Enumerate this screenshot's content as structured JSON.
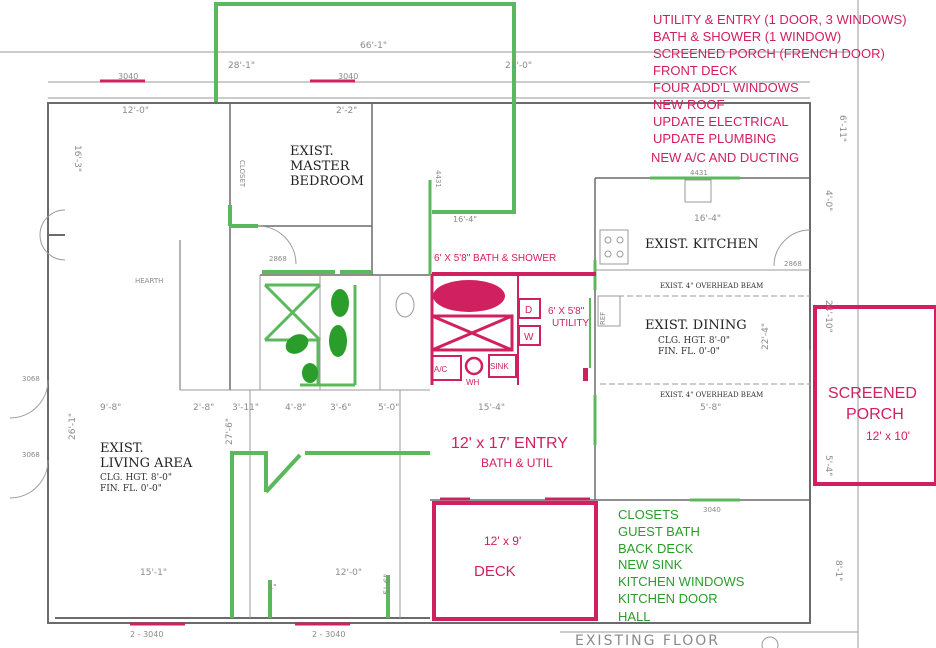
{
  "scope_list_magenta": [
    "UTILITY & ENTRY (1 DOOR, 3 WINDOWS)",
    "BATH & SHOWER (1 WINDOW)",
    "SCREENED PORCH (FRENCH DOOR)",
    "FRONT DECK",
    "FOUR ADD'L WINDOWS",
    "NEW ROOF",
    "UPDATE ELECTRICAL",
    "UPDATE PLUMBING",
    "NEW A/C AND DUCTING"
  ],
  "scope_list_green": [
    "CLOSETS",
    "GUEST BATH",
    "BACK DECK",
    "NEW SINK",
    "KITCHEN WINDOWS",
    "KITCHEN DOOR",
    "HALL"
  ],
  "rooms": {
    "master_bedroom": [
      "EXIST.",
      "MASTER",
      "BEDROOM"
    ],
    "kitchen": "EXIST. KITCHEN",
    "dining": "EXIST. DINING",
    "dining_clg": "CLG. HGT. 8'-0\"",
    "dining_fin": "FIN. FL. 0'-0\"",
    "living": [
      "EXIST.",
      "LIVING AREA"
    ],
    "living_clg": "CLG. HGT. 8'-0\"",
    "living_fin": "FIN. FL. 0'-0\"",
    "hearth": "HEARTH",
    "closet": "CLOSET",
    "overhead_beam_1": "EXIST. 4\" OVERHEAD BEAM",
    "overhead_beam_2": "EXIST. 4\" OVERHEAD BEAM",
    "ref": "REF"
  },
  "additions": {
    "bath_shower": "6' X 5'8\" BATH & SHOWER",
    "utility": [
      "6' X 5'8\"",
      "UTILITY"
    ],
    "dryer": "D",
    "washer": "W",
    "ac": "A/C",
    "water_heater": "WH",
    "sink": "SINK",
    "entry": "12' x 17' ENTRY",
    "entry_sub": "BATH & UTIL",
    "porch": [
      "SCREENED",
      "PORCH"
    ],
    "porch_size": "12' x 10'",
    "deck_size": "12' x 9'",
    "deck": "DECK"
  },
  "dimensions": {
    "overall": "66'-1\"",
    "d1": "28'-1\"",
    "d2": "21'-0\"",
    "d3": "12'-0\"",
    "d4": "2'-2\"",
    "d5": "16'-3\"",
    "d6": "16'-4\"",
    "d7": "16'-4\"",
    "d8": "15'-1\"",
    "d9": "9'-8\"",
    "d10": "2'-8\"",
    "d11": "3'-11\"",
    "d12": "4'-8\"",
    "d13": "3'-6\"",
    "d14": "5'-0\"",
    "d15": "15'-4\"",
    "d16": "5'-8\"",
    "d17": "12'-0\"",
    "d18": "5'-6\"",
    "d19": "27'-6\"",
    "d20": "26'-1\"",
    "d21": "4\"",
    "d22": "22'-4\"",
    "d23": "24'-10\"",
    "d24": "6'-11\"",
    "d25": "4'-0\"",
    "d26": "5'-4\"",
    "d27": "8'-1\"",
    "d28": "3040",
    "d29": "3040",
    "d30": "2 - 3040",
    "d31": "2 - 3040",
    "d32": "3040",
    "d33": "3068",
    "d34": "3068",
    "d35": "2868",
    "d36": "2868",
    "d37": "4431",
    "d38": "4431"
  },
  "footer_title": "EXISTING  FLOOR",
  "colors": {
    "magenta": "#d1205f",
    "green": "#2a9d2a",
    "light_green": "#5cb85c",
    "wall_gray": "#6b6b6b"
  }
}
